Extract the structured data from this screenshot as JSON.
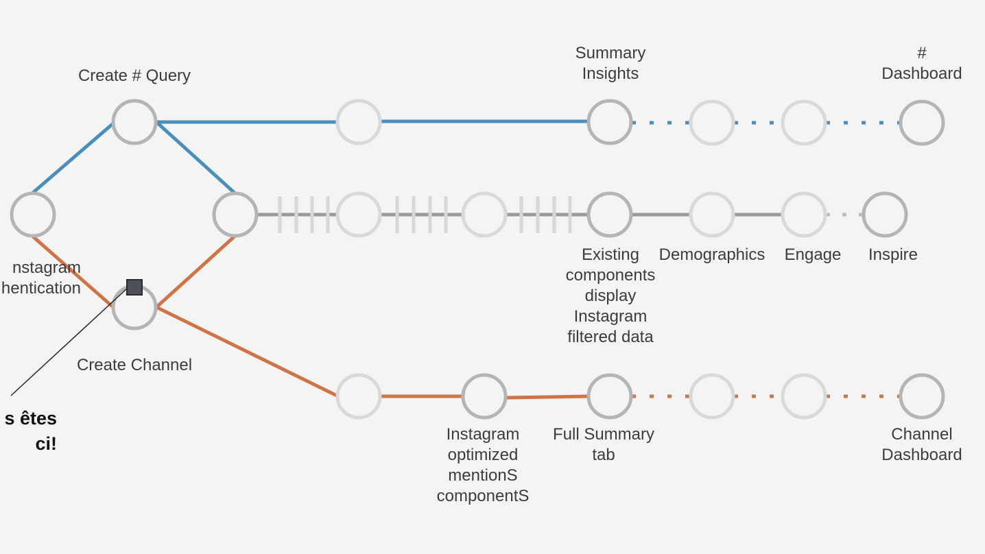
{
  "colors": {
    "background": "#f4f4f4",
    "blue": "#4a8fbc",
    "orange": "#cf7446",
    "gray": "#9a9a9a",
    "light_gray": "#d8d8d8",
    "node_stroke": "#b5b5b5",
    "node_stroke_faded": "#d9d9d9",
    "marker": "#4d5059"
  },
  "labels": {
    "create_query": "Create # Query",
    "summary_insights": "Summary\nInsights",
    "hash_dashboard": "#\nDashboard",
    "instagram_auth": "nstagram\nhentication",
    "create_channel": "Create Channel",
    "existing_components": "Existing\ncomponents\ndisplay\nInstagram\nfiltered data",
    "demographics": "Demographics",
    "engage": "Engage",
    "inspire": "Inspire",
    "instagram_optimized": "Instagram\noptimized\nmentionS\ncomponentS",
    "full_summary_tab": "Full Summary\ntab",
    "channel_dashboard": "Channel\nDashboard"
  },
  "marker": {
    "text": "s êtes\nci!"
  }
}
